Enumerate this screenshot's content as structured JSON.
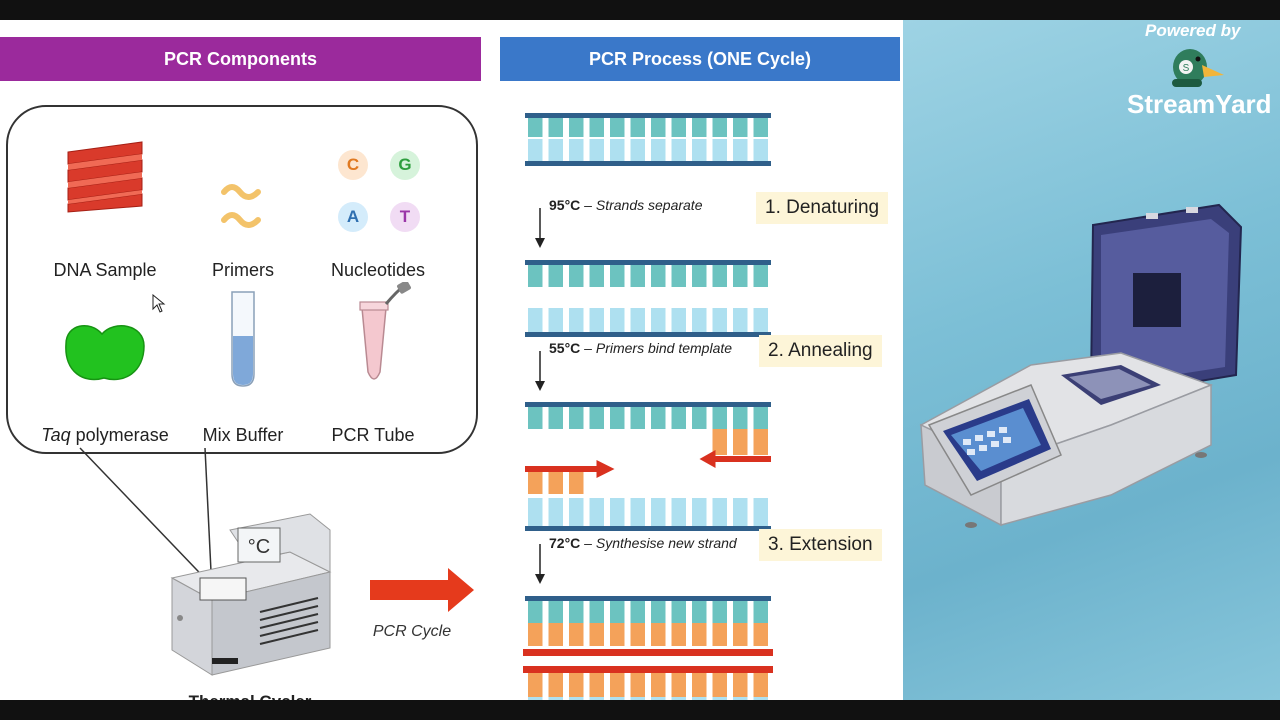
{
  "headers": {
    "components": "PCR Components",
    "process": "PCR Process  (ONE Cycle)"
  },
  "components": {
    "dna_sample": "DNA Sample",
    "primers": "Primers",
    "nucleotides": "Nucleotides",
    "nucleotide_letters": [
      "C",
      "G",
      "A",
      "T"
    ],
    "taq_italic": "Taq",
    "taq_rest": " polymerase",
    "mix_buffer": "Mix Buffer",
    "pcr_tube": "PCR Tube"
  },
  "cycler": {
    "display": "°C",
    "label": "Thermal Cycler",
    "arrow_label": "PCR Cycle"
  },
  "steps": [
    {
      "temp": "95°C",
      "desc": "Strands separate",
      "label": "1. Denaturing"
    },
    {
      "temp": "55°C",
      "desc": "Primers bind template",
      "label": "2. Annealing"
    },
    {
      "temp": "72°C",
      "desc": "Synthesise new strand",
      "label": "3. Extension"
    }
  ],
  "overlay": {
    "powered_by": "Powered by",
    "brand": "StreamYard"
  },
  "colors": {
    "components_header": "#9b2a9c",
    "process_header": "#3a78c9",
    "strand_teal": "#6cc3c0",
    "strand_blue": "#aee0f0",
    "strand_orange": "#f4a25a",
    "primer_red": "#d9311f",
    "backbone": "#2f5f8a"
  }
}
